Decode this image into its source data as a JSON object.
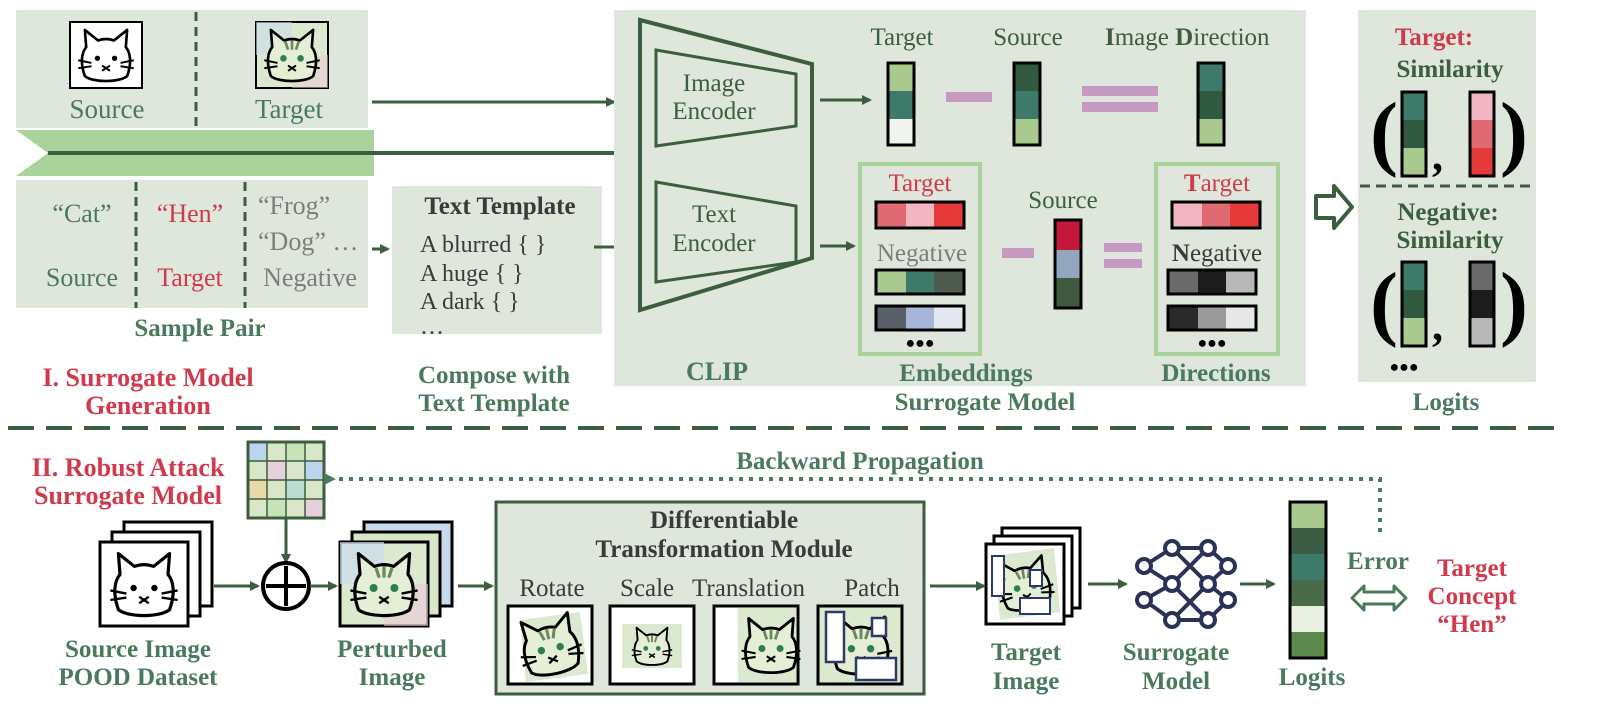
{
  "sample_pair": {
    "image_source_label": "Source",
    "image_target_label": "Target",
    "word_cat": "“Cat”",
    "word_hen": "“Hen”",
    "word_frog": "“Frog”",
    "word_dog": "“Dog” …",
    "row_source": "Source",
    "row_target": "Target",
    "row_negative": "Negative",
    "caption": "Sample Pair"
  },
  "text_template": {
    "title": "Text Template",
    "lines": [
      "A blurred { }",
      "A huge { }",
      "A dark { }",
      "…"
    ],
    "caption_line1": "Compose with",
    "caption_line2": "Text Template"
  },
  "stage1": {
    "title_line1": "I. Surrogate Model",
    "title_line2": "Generation"
  },
  "clip": {
    "image_encoder_line1": "Image",
    "image_encoder_line2": "Encoder",
    "text_encoder_line1": "Text",
    "text_encoder_line2": "Encoder",
    "caption": "CLIP",
    "col_target": "Target",
    "col_source": "Source",
    "col_direction_I": "I",
    "col_direction_mage": "mage ",
    "col_direction_D": "D",
    "col_direction_irection": "irection",
    "emb_target": "Target",
    "emb_negative": "Negative",
    "emb_source": "Source",
    "dir_T": "T",
    "dir_arget": "arget",
    "dir_N": "N",
    "dir_egative": "egative",
    "dots": "●●●",
    "embeddings_caption": "Embeddings",
    "directions_caption": "Directions",
    "surrogate_caption": "Surrogate Model"
  },
  "logits_panel": {
    "target_title": "Target:",
    "target_sub": "Similarity",
    "negative_title": "Negative:",
    "negative_sub": "Similarity",
    "open_paren": "(",
    "close_paren": ")",
    "comma": ",",
    "dots": "●●●",
    "caption": "Logits"
  },
  "stage2": {
    "title_line1": "II. Robust Attack",
    "title_line2": "Surrogate Model",
    "backward": "Backward Propagation",
    "source_image_line1": "Source Image",
    "source_image_line2": "POOD Dataset",
    "perturbed_line1": "Perturbed",
    "perturbed_line2": "Image",
    "dtm_line1": "Differentiable",
    "dtm_line2": "Transformation Module",
    "rotate": "Rotate",
    "scale": "Scale",
    "translation": "Translation",
    "patch": "Patch",
    "target_image_line1": "Target",
    "target_image_line2": "Image",
    "surrogate_line1": "Surrogate",
    "surrogate_line2": "Model",
    "logits": "Logits",
    "error": "Error",
    "concept_line1": "Target",
    "concept_line2": "Concept",
    "concept_line3": "“Hen”",
    "plus": "+"
  },
  "colors": {
    "dark_green": "#3b5e3e",
    "teal_green": "#4a7a5e",
    "panel": "#dfe6dc",
    "red": "#d03a4c",
    "gray_text": "#7d7d7d",
    "light_green_border": "#a9d39a"
  }
}
